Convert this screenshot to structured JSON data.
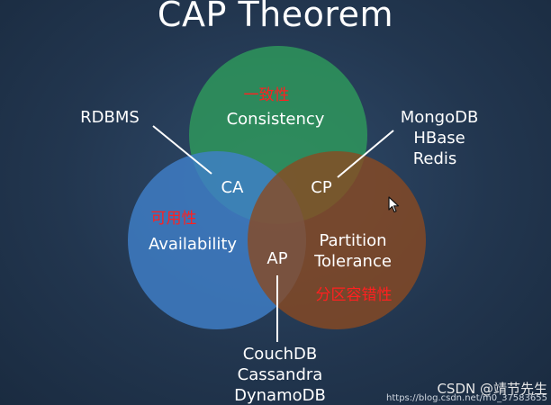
{
  "title": "CAP Theorem",
  "colors": {
    "consistency": "#2e9a5c",
    "availability": "#3f7fc8",
    "partition": "#8a4a22",
    "chinese_text": "#ff2020"
  },
  "circles": {
    "consistency": {
      "cn": "一致性",
      "en": "Consistency"
    },
    "availability": {
      "cn": "可用性",
      "en": "Availability"
    },
    "partition": {
      "cn": "分区容错性",
      "en_line1": "Partition",
      "en_line2": "Tolerance"
    }
  },
  "intersections": {
    "ca": "CA",
    "cp": "CP",
    "ap": "AP"
  },
  "examples": {
    "ca": [
      "RDBMS"
    ],
    "cp": [
      "MongoDB",
      "HBase",
      "Redis"
    ],
    "ap": [
      "CouchDB",
      "Cassandra",
      "DynamoDB"
    ]
  },
  "watermark": {
    "brand": "CSDN @靖节先生",
    "url": "https://blog.csdn.net/m0_37583655"
  }
}
